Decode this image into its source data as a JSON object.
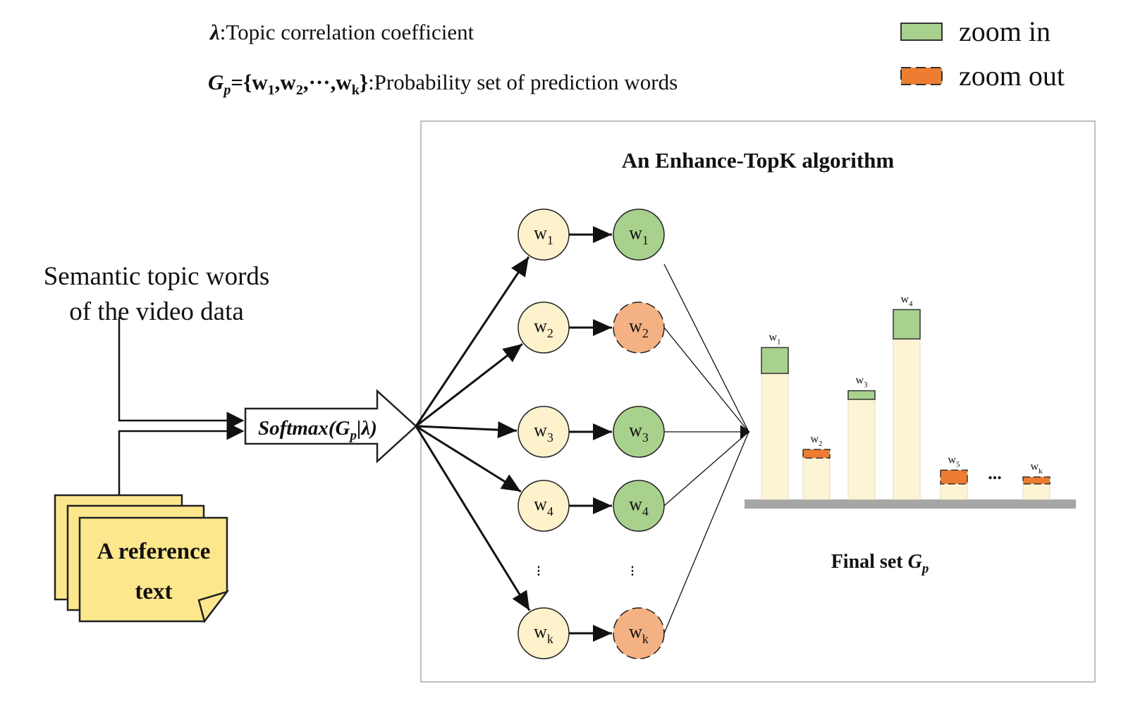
{
  "legend": {
    "zoom_in": {
      "label": "zoom in",
      "color": "#a9d18e"
    },
    "zoom_out": {
      "label": "zoom out",
      "color": "#ed7d31"
    }
  },
  "definitions": {
    "lambda_symbol": "λ",
    "lambda_desc": ":Topic correlation coefficient",
    "gp_symbol": "G",
    "gp_sub": "p",
    "gp_set": "={w",
    "gp_rest": ",w",
    "gp_dots": ",···,w",
    "gp_close": "}",
    "gp_desc": ":Probability set of prediction words"
  },
  "inputs": {
    "topic_line1": "Semantic topic words",
    "topic_line2": "of the video data",
    "reference_line1": "A reference",
    "reference_line2": "text"
  },
  "softmax": {
    "prefix": "Softmax(G",
    "sub": "p",
    "suffix": "|λ)"
  },
  "algorithm": {
    "title": "An Enhance-TopK algorithm",
    "final_prefix": "Final set ",
    "final_symbol": "G",
    "final_sub": "p"
  },
  "nodes": [
    {
      "base": "w",
      "sub": "1",
      "state": "zoom_in"
    },
    {
      "base": "w",
      "sub": "2",
      "state": "zoom_out"
    },
    {
      "base": "w",
      "sub": "3",
      "state": "zoom_in"
    },
    {
      "base": "w",
      "sub": "4",
      "state": "zoom_in"
    },
    {
      "base": "w",
      "sub": "k",
      "state": "zoom_out"
    }
  ],
  "bars": [
    {
      "base": "w",
      "sub": "1",
      "state": "zoom_in",
      "base_value": 0.73,
      "adjusted_value": 0.88
    },
    {
      "base": "w",
      "sub": "2",
      "state": "zoom_out",
      "base_value": 0.29,
      "adjusted_value": 0.24
    },
    {
      "base": "w",
      "sub": "3",
      "state": "zoom_in",
      "base_value": 0.58,
      "adjusted_value": 0.63
    },
    {
      "base": "w",
      "sub": "4",
      "state": "zoom_in",
      "base_value": 0.93,
      "adjusted_value": 1.1
    },
    {
      "base": "w",
      "sub": "5",
      "state": "zoom_out",
      "base_value": 0.17,
      "adjusted_value": 0.09
    },
    {
      "base": "w",
      "sub": "k",
      "state": "zoom_out",
      "base_value": 0.13,
      "adjusted_value": 0.09
    }
  ],
  "bars_ellipsis": "...",
  "colors": {
    "node_fill": "#fdf2cc",
    "bar_base_fill": "#fdf4d6",
    "node_zoom_in": "#a9d18e",
    "node_zoom_out": "#f4b183",
    "bar_zoom_in": "#a9d18e",
    "bar_zoom_out": "#ed7d31",
    "paper": "#fde78c",
    "box_border": "#bfbfbf",
    "axis": "#a6a6a6"
  }
}
